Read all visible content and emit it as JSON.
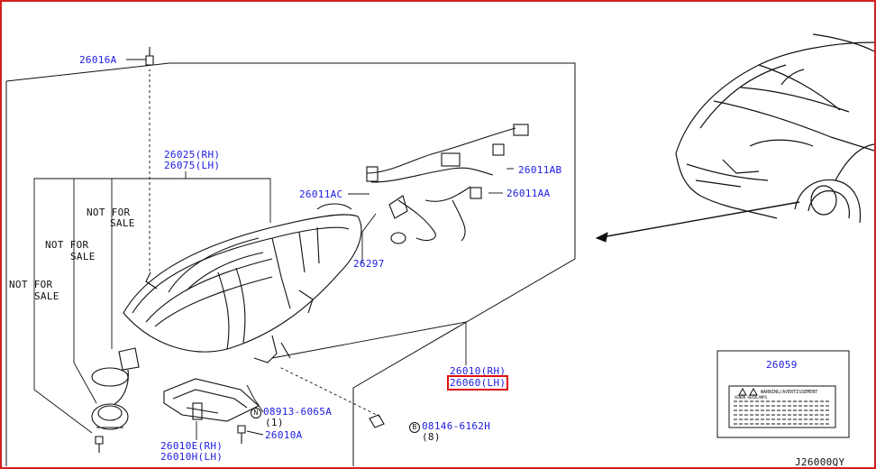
{
  "colors": {
    "callout_text": "#1b1be0",
    "frame": "#d21f1f",
    "highlight": "#e01010",
    "line": "#111111"
  },
  "callouts": {
    "p26016a": "26016A",
    "p26025": "26025(RH)",
    "p26075": "26075(LH)",
    "p26011ac": "26011AC",
    "p26011ab": "26011AB",
    "p26011aa": "26011AA",
    "p26297": "26297",
    "p26010": "26010(RH)",
    "p26060": "26060(LH)",
    "p08913": "08913-6065A",
    "p08913_qty": "(1)",
    "p08146": "08146-6162H",
    "p08146_qty": "(8)",
    "p26010a": "26010A",
    "p26010e": "26010E(RH)",
    "p26010h": "26010H(LH)",
    "p26059": "26059"
  },
  "notes": {
    "nfs1_line1": "NOT FOR",
    "nfs1_line2": "SALE",
    "nfs2_line1": "NOT FOR",
    "nfs2_line2": "SALE",
    "nfs3_line1": "NOT FOR",
    "nfs3_line2": "SALE"
  },
  "symbols": {
    "n": "N",
    "b": "B"
  },
  "label_card": {
    "title": "WARNING/AVERTISSEMENT",
    "sub": "XENON HEADLAMPS"
  },
  "diagram_code": "J26000QY"
}
